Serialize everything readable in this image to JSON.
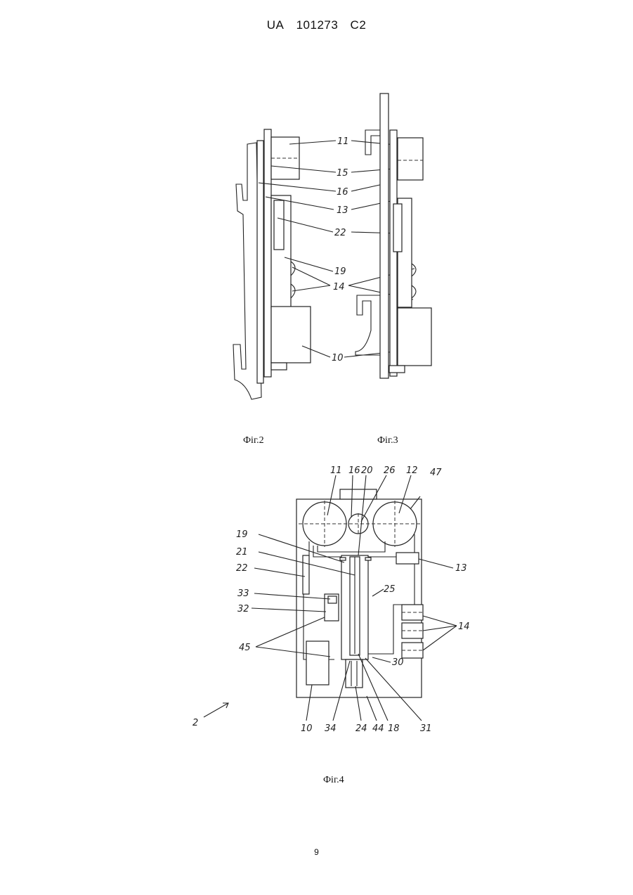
{
  "header": {
    "country": "UA",
    "number": "101273",
    "kind": "C2"
  },
  "figures": {
    "fig2": {
      "caption": "Фіг.2"
    },
    "fig3": {
      "caption": "Фіг.3"
    },
    "fig4": {
      "caption": "Фіг.4"
    }
  },
  "labels_fig23": [
    "11",
    "15",
    "16",
    "13",
    "22",
    "19",
    "14",
    "10"
  ],
  "labels_fig4": {
    "top": [
      "11",
      "16",
      "20",
      "26",
      "12",
      "47"
    ],
    "left": [
      "19",
      "21",
      "22",
      "33",
      "32",
      "45"
    ],
    "right": [
      "13",
      "25",
      "14",
      "30"
    ],
    "bottom": [
      "10",
      "34",
      "24",
      "44",
      "18",
      "31"
    ],
    "device": "2"
  },
  "page_number": "9"
}
